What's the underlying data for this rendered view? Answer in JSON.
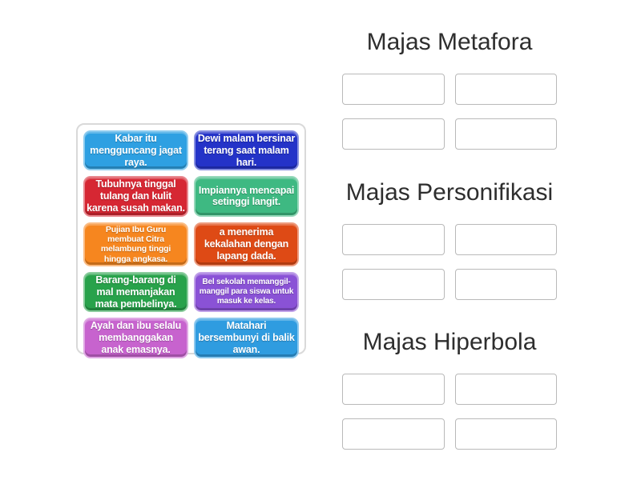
{
  "activity": {
    "kind": "group-sort",
    "language": "Indonesian"
  },
  "colors": {
    "header_text": "#2e2e2e",
    "panel_border": "#d9d9d9",
    "slot_border": "#b9b9b9",
    "tile_text": "#ffffff"
  },
  "tile_panel": {
    "tiles": [
      {
        "label": "Kabar itu mengguncang jagat raya.",
        "color": "#2EA0E2",
        "size": "md"
      },
      {
        "label": "Dewi malam bersinar terang saat malam hari.",
        "color": "#2433C8",
        "size": "md"
      },
      {
        "label": "Tubuhnya tinggal tulang dan kulit karena susah makan.",
        "color": "#D62733",
        "size": "md"
      },
      {
        "label": "Impiannya mencapai setinggi langit.",
        "color": "#3EB982",
        "size": "md"
      },
      {
        "label": "Pujian Ibu Guru membuat Citra melambung tinggi hingga angkasa.",
        "color": "#F6861F",
        "size": "sm"
      },
      {
        "label": "a menerima kekalahan dengan lapang dada.",
        "color": "#DE4A15",
        "size": "md"
      },
      {
        "label": "Barang-barang di mal memanjakan mata pembelinya.",
        "color": "#28A24B",
        "size": "md"
      },
      {
        "label": "Bel sekolah memanggil-manggil para siswa untuk masuk ke kelas.",
        "color": "#8A52D6",
        "size": "xs"
      },
      {
        "label": "Ayah dan ibu selalu membanggakan anak emasnya.",
        "color": "#C763CE",
        "size": "md"
      },
      {
        "label": "Matahari bersembunyi di balik awan.",
        "color": "#2F9CE0",
        "size": "md"
      }
    ]
  },
  "groups": [
    {
      "title": "Majas Metafora",
      "slot_count": 4
    },
    {
      "title": "Majas Personifikasi",
      "slot_count": 4
    },
    {
      "title": "Majas Hiperbola",
      "slot_count": 4
    }
  ]
}
